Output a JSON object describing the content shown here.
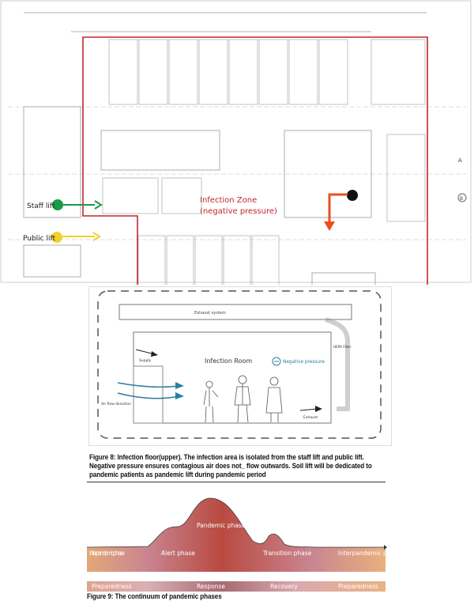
{
  "figure8": {
    "floorplan": {
      "staff_lift_label": "Staff lift",
      "public_lift_label": "Public lift",
      "zone_label": "Infection Zone",
      "zone_sub_label": "(negative pressure)",
      "grid_marker": "A",
      "grid_marker_b": "B",
      "colors": {
        "zone": "#c0272d",
        "staff": "#1a9a45",
        "public": "#f2d02a",
        "soil": "#111111",
        "arrow": "#e8501e"
      }
    },
    "room_diagram": {
      "exhaust_system": "Exhaust system",
      "title": "Infection Room",
      "negative_pressure": "Negative pressure",
      "supply": "Supply",
      "air_flow": "Air flow direction",
      "exhaust": "Exhaust",
      "hepa": "HEPA Filter"
    },
    "caption": "Figure 8: Infection floor(upper). The infection area is isolated from the staff lift and public lift. Negative pressure ensures contagious air does not_ flow outwards. Soil lift will be dedicated to pandemic patients as pandemic lift during pandemic period"
  },
  "figure9": {
    "phases": {
      "interpandemic_1": "Interpandemic phase",
      "alert": "Alert phase",
      "pandemic": "Pandemic phase",
      "transition": "Transition phase",
      "interpandemic_2": "Interpandemic phase"
    },
    "stages": [
      "Preparedness",
      "Response",
      "Recovery",
      "Preparedness"
    ],
    "caption": "Figure 9: The continuum of pandemic phases"
  }
}
